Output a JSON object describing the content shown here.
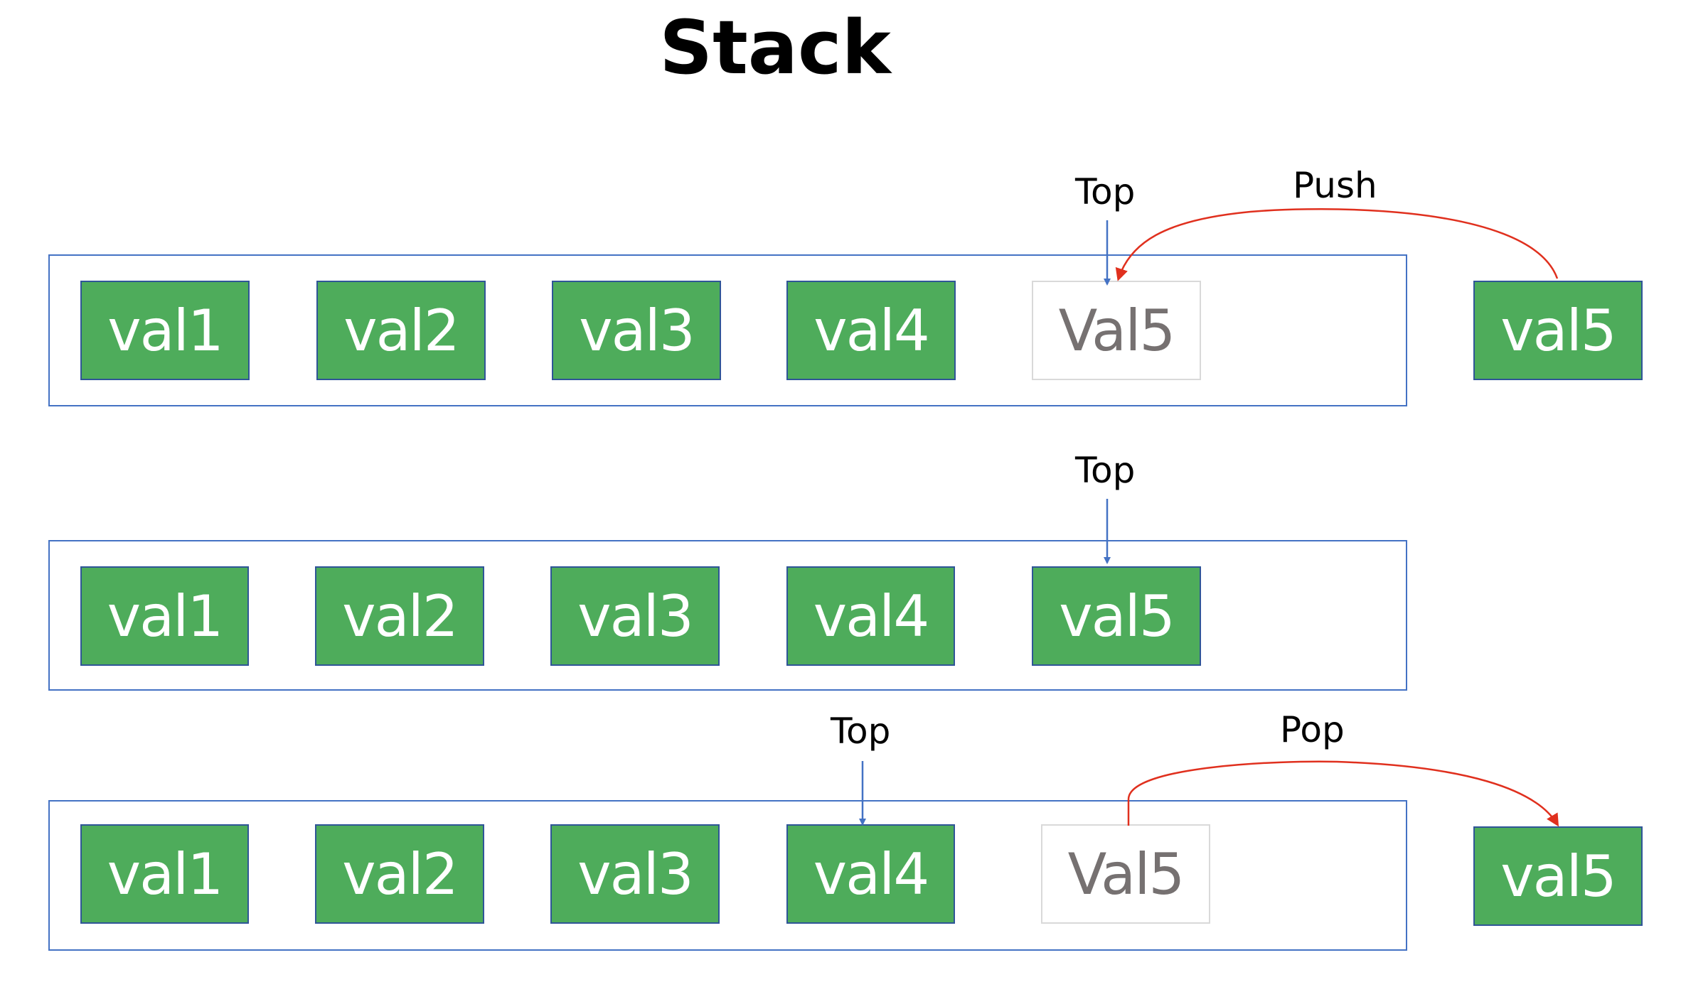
{
  "title": "Stack",
  "colors": {
    "cell_fill": "#4eac5b",
    "cell_border": "#2f5597",
    "frame_border": "#4472c4",
    "ghost_text": "#767171",
    "ghost_border": "#d9d9d9",
    "top_arrow": "#4472c4",
    "op_arrow": "#e0301e"
  },
  "push_row": {
    "cells": [
      "val1",
      "val2",
      "val3",
      "val4",
      "Val5"
    ],
    "top_label": "Top",
    "op_label": "Push",
    "outside_cell": "val5"
  },
  "middle_row": {
    "cells": [
      "val1",
      "val2",
      "val3",
      "val4",
      "val5"
    ],
    "top_label": "Top"
  },
  "pop_row": {
    "cells": [
      "val1",
      "val2",
      "val3",
      "val4",
      "Val5"
    ],
    "top_label": "Top",
    "op_label": "Pop",
    "outside_cell": "val5"
  }
}
